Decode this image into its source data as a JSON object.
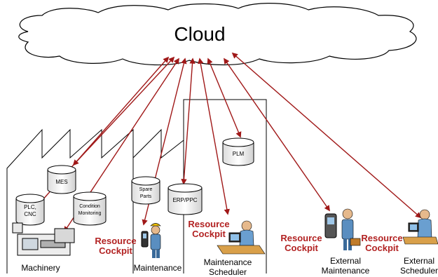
{
  "cloud": {
    "title": "Cloud"
  },
  "databases": {
    "mes": "MES",
    "plc_line1": "PLC,",
    "plc_line2": "CNC",
    "condition_line1": "Condition",
    "condition_line2": "Monitoring",
    "spare_line1": "Spare",
    "spare_line2": "Parts",
    "erp": "ERP/PPC",
    "plm": "PLM"
  },
  "resource_cockpit": {
    "line1": "Resource",
    "line2": "Cockpit"
  },
  "labels": {
    "machinery": "Machinery",
    "maintenance": "Maintenance",
    "maintenance_scheduler_line1": "Maintenance",
    "maintenance_scheduler_line2": "Scheduler",
    "external_maintenance_line1": "External",
    "external_maintenance_line2": "Maintenance",
    "external_scheduler_line1": "External",
    "external_scheduler_line2": "Scheduler"
  },
  "colors": {
    "arrow": "#a01818",
    "cockpit_text": "#b22222",
    "cloud_fill": "#ffffff",
    "cloud_stroke": "#000000"
  }
}
